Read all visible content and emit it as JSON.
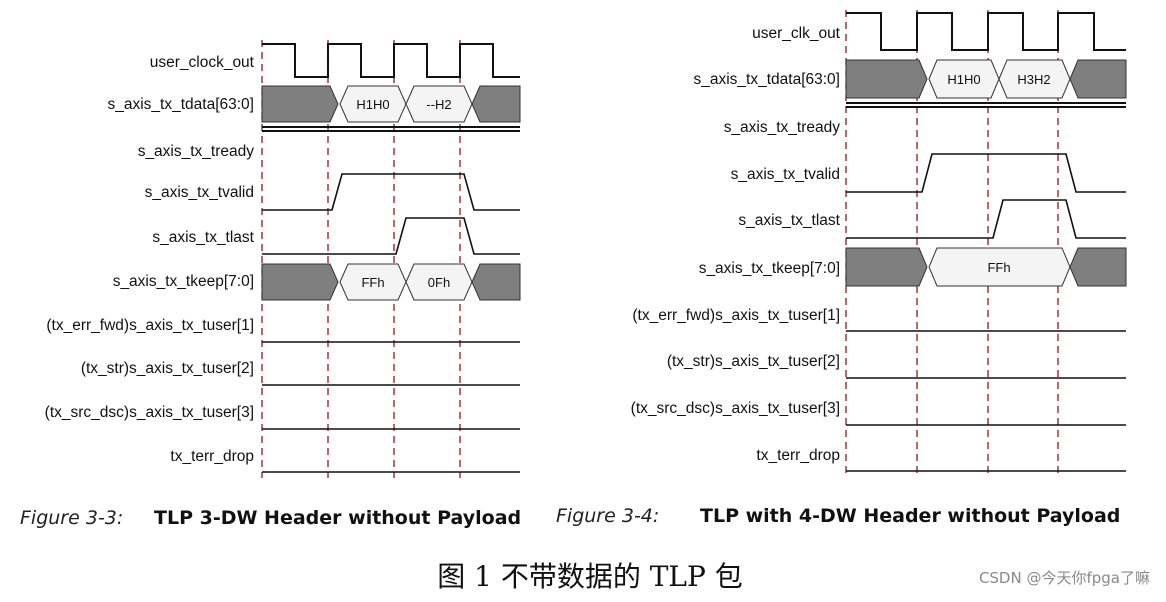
{
  "figure_left": {
    "signals": [
      "user_clock_out",
      "s_axis_tx_tdata[63:0]",
      "s_axis_tx_tready",
      "s_axis_tx_tvalid",
      "s_axis_tx_tlast",
      "s_axis_tx_tkeep[7:0]",
      "(tx_err_fwd)s_axis_tx_tuser[1]",
      "(tx_str)s_axis_tx_tuser[2]",
      "(tx_src_dsc)s_axis_tx_tuser[3]",
      "tx_terr_drop"
    ],
    "tdata_values": [
      "H1H0",
      "--H2"
    ],
    "tkeep_values": [
      "FFh",
      "0Fh"
    ],
    "caption_label": "Figure 3-3:",
    "caption_title": "TLP 3-DW Header without Payload"
  },
  "figure_right": {
    "signals": [
      "user_clk_out",
      "s_axis_tx_tdata[63:0]",
      "s_axis_tx_tready",
      "s_axis_tx_tvalid",
      "s_axis_tx_tlast",
      "s_axis_tx_tkeep[7:0]",
      "(tx_err_fwd)s_axis_tx_tuser[1]",
      "(tx_str)s_axis_tx_tuser[2]",
      "(tx_src_dsc)s_axis_tx_tuser[3]",
      "tx_terr_drop"
    ],
    "tdata_values": [
      "H1H0",
      "H3H2"
    ],
    "tkeep_values": [
      "FFh"
    ],
    "caption_label": "Figure 3-4:",
    "caption_title": "TLP with 4-DW Header without Payload"
  },
  "main_caption": "图 1 不带数据的 TLP 包",
  "watermark": "CSDN @今天你fpga了嘛",
  "colors": {
    "bus_invalid_fill": "#7f7f7f",
    "bus_valid_fill": "#f4f4f4",
    "marker_line": "#8b1a1a",
    "wave": "#111111"
  }
}
